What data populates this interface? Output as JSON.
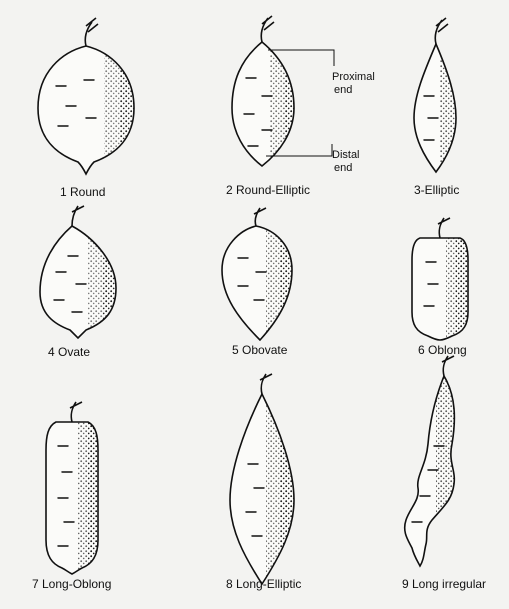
{
  "shapes": [
    {
      "label": "1 Round"
    },
    {
      "label": "2 Round-Elliptic"
    },
    {
      "label": "3-Elliptic"
    },
    {
      "label": "4 Ovate"
    },
    {
      "label": "5 Obovate"
    },
    {
      "label": "6 Oblong"
    },
    {
      "label": "7 Long-Oblong"
    },
    {
      "label": "8 Long-Elliptic"
    },
    {
      "label": "9 Long irregular"
    }
  ],
  "annotations": {
    "proximal_line1": "Proximal",
    "proximal_line2": "end",
    "distal_line1": "Distal",
    "distal_line2": "end"
  },
  "colors": {
    "ink": "#111111",
    "paper": "#f3f3f1"
  }
}
